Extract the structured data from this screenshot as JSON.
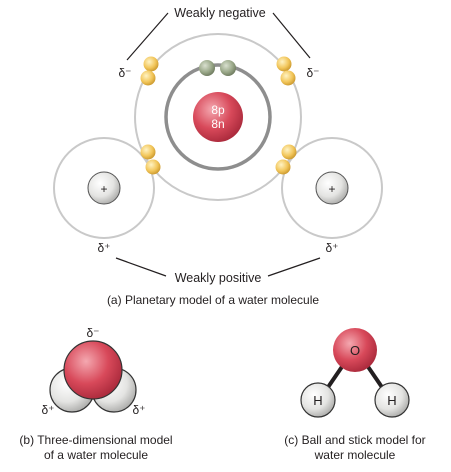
{
  "colors": {
    "orbit": "#c9c9c9",
    "oxygen": "#d8495a",
    "hydrogen": "#e6e6e4",
    "electron_gold": "#f2c65a",
    "electron_green": "#9aa889"
  },
  "planetary": {
    "weakly_negative": "Weakly negative",
    "weakly_positive": "Weakly positive",
    "delta_minus_left": "δ⁻",
    "delta_minus_right": "δ⁻",
    "delta_plus_left": "δ⁺",
    "delta_plus_right": "δ⁺",
    "nucleus_protons": "8p",
    "nucleus_neutrons": "8n",
    "hydrogen_left": "+",
    "hydrogen_right": "+",
    "caption": "(a) Planetary model of a water molecule"
  },
  "three_d": {
    "delta_minus": "δ⁻",
    "delta_plus_left": "δ⁺",
    "delta_plus_right": "δ⁺",
    "caption_line1": "(b) Three-dimensional model",
    "caption_line2": "of a water molecule"
  },
  "ball_stick": {
    "oxygen": "O",
    "hydrogen_left": "H",
    "hydrogen_right": "H",
    "caption_line1": "(c) Ball and stick model for",
    "caption_line2": "water molecule"
  }
}
